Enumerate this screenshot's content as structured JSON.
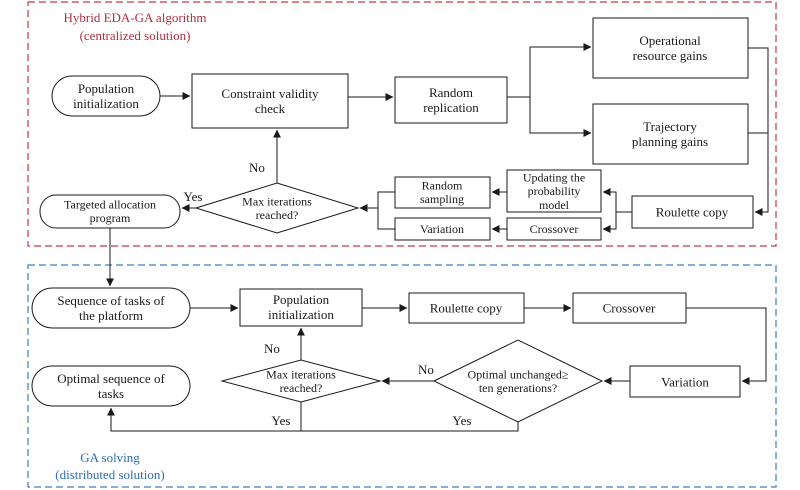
{
  "colors": {
    "centralized_border": "#c0394b",
    "distributed_border": "#3a7fc0",
    "centralized_label": "#b03040",
    "distributed_label": "#2f6fb8",
    "stroke": "#1a1a1a"
  },
  "regions": {
    "centralized": {
      "title_line1": "Hybrid EDA-GA algorithm",
      "title_line2": "(centralized solution)"
    },
    "distributed": {
      "title_line1": "GA solving",
      "title_line2": "(distributed solution)"
    }
  },
  "nodes": {
    "pop_init_1": [
      "Population",
      "initialization"
    ],
    "constraint_check": [
      "Constraint validity",
      "check"
    ],
    "random_replication": [
      "Random",
      "replication"
    ],
    "operational_gains": [
      "Operational",
      "resource gains"
    ],
    "trajectory_gains": [
      "Trajectory",
      "planning gains"
    ],
    "roulette_copy_1": [
      "Roulette copy"
    ],
    "updating_model": [
      "Updating the",
      "probability",
      "model"
    ],
    "random_sampling": [
      "Random",
      "sampling"
    ],
    "crossover_1": [
      "Crossover"
    ],
    "variation_1": [
      "Variation"
    ],
    "max_iter_1": [
      "Max iterations",
      "reached?"
    ],
    "targeted_program": [
      "Targeted allocation",
      "program"
    ],
    "task_sequence": [
      "Sequence of tasks of",
      "the platform"
    ],
    "pop_init_2": [
      "Population",
      "initialization"
    ],
    "roulette_copy_2": [
      "Roulette copy"
    ],
    "crossover_2": [
      "Crossover"
    ],
    "variation_2": [
      "Variation"
    ],
    "optimal_unchanged": [
      "Optimal unchanged≥",
      "ten generations?"
    ],
    "max_iter_2": [
      "Max iterations",
      "reached?"
    ],
    "optimal_sequence": [
      "Optimal sequence of",
      "tasks"
    ]
  },
  "edge_labels": {
    "no_1": "No",
    "yes_1": "Yes",
    "no_2": "No",
    "no_3": "No",
    "yes_2": "Yes",
    "yes_3": "Yes"
  }
}
